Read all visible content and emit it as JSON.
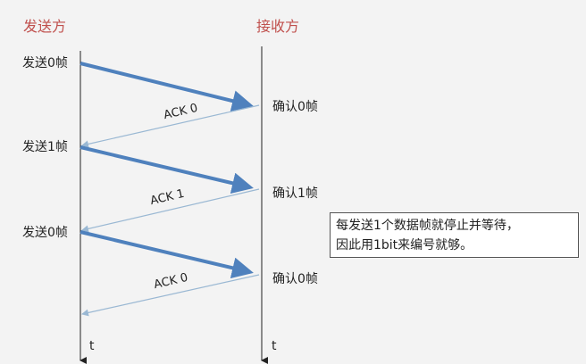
{
  "headers": {
    "sender": "发送方",
    "receiver": "接收方"
  },
  "sender_events": [
    "发送0帧",
    "发送1帧",
    "发送0帧"
  ],
  "receiver_events": [
    "确认0帧",
    "确认1帧",
    "确认0帧"
  ],
  "acks": [
    "ACK 0",
    "ACK 1",
    "ACK 0"
  ],
  "time_label": "t",
  "note": {
    "line1": "每发送1个数据帧就停止并等待，",
    "line2": "因此用1bit来编号就够。"
  },
  "colors": {
    "frame_arrow": "#4f81bd",
    "ack_arrow": "#9ab8d3",
    "header": "#c0504d"
  }
}
